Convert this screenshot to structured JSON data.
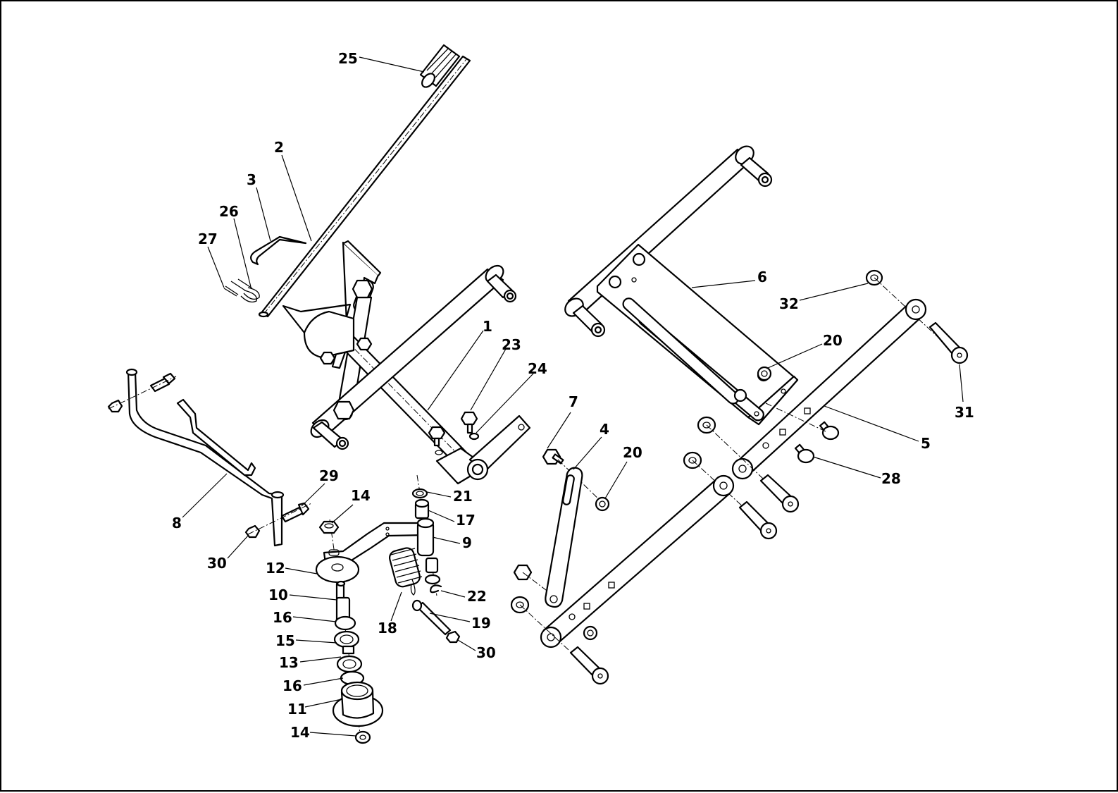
{
  "diagram": {
    "callouts": {
      "c25": "25",
      "c2": "2",
      "c3": "3",
      "c26": "26",
      "c27": "27",
      "c1": "1",
      "c23": "23",
      "c24": "24",
      "c6": "6",
      "c32": "32",
      "c20a": "20",
      "c31": "31",
      "c5": "5",
      "c28": "28",
      "c7": "7",
      "c4": "4",
      "c20b": "20",
      "c8": "8",
      "c29": "29",
      "c30a": "30",
      "c14a": "14",
      "c21": "21",
      "c17": "17",
      "c9": "9",
      "c12": "12",
      "c22": "22",
      "c10": "10",
      "c16a": "16",
      "c15": "15",
      "c13": "13",
      "c16b": "16",
      "c11": "11",
      "c14b": "14",
      "c18": "18",
      "c19": "19",
      "c30b": "30"
    }
  }
}
